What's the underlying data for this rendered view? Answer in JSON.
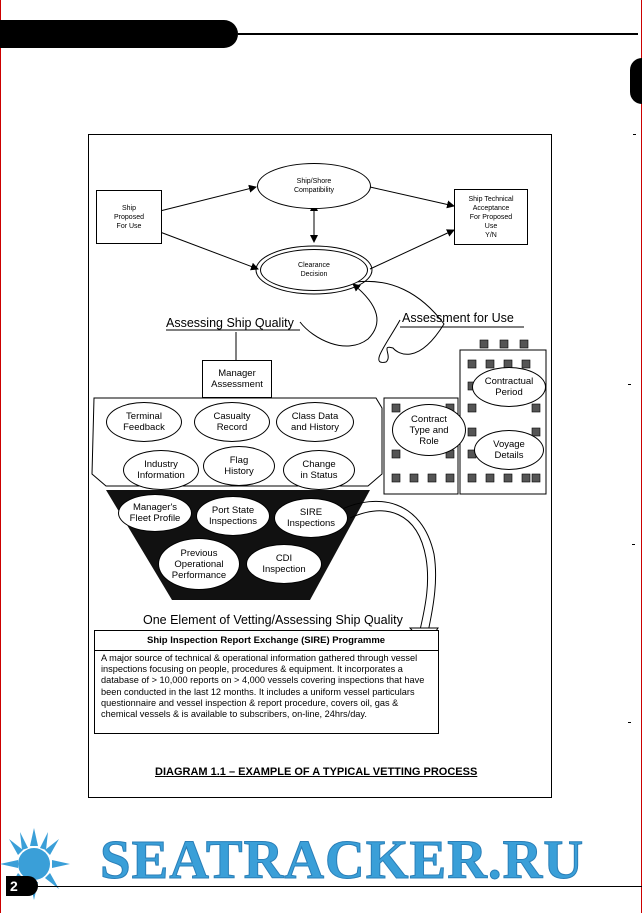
{
  "top_flow": {
    "ship_proposed": "Ship\nProposed\nFor Use",
    "compatibility": "Ship/Shore\nCompatibility",
    "clearance": "Clearance\nDecision",
    "acceptance": "Ship Technical\nAcceptance\nFor Proposed\nUse\nY/N"
  },
  "headings": {
    "assessing_quality": "Assessing Ship Quality",
    "assessment_for_use": "Assessment  for Use",
    "one_element": "One Element of Vetting/Assessing Ship Quality"
  },
  "manager_assessment": "Manager\nAssessment",
  "quality_factors": {
    "terminal_feedback": "Terminal\nFeedback",
    "casualty_record": "Casualty\nRecord",
    "class_data": "Class Data\nand History",
    "industry_information": "Industry\nInformation",
    "flag_history": "Flag\nHistory",
    "change_in_status": "Change\nin Status"
  },
  "funnel_items": {
    "fleet_profile": "Manager's\nFleet Profile",
    "port_state": "Port State\nInspections",
    "sire": "SIRE\nInspections",
    "previous_performance": "Previous\nOperational\nPerformance",
    "cdi": "CDI\nInspection"
  },
  "use_factors": {
    "contractual_period": "Contractual\nPeriod",
    "contract_type": "Contract\nType and\nRole",
    "voyage_details": "Voyage\nDetails"
  },
  "sire_box": {
    "title": "Ship Inspection Report Exchange (SIRE) Programme",
    "text": "A major source of technical & operational information gathered through vessel inspections focusing on people, procedures & equipment. It incorporates a database of > 10,000 reports on > 4,000 vessels covering inspections that have been conducted in the last 12 months. It includes a uniform vessel particulars questionnaire and vessel inspection & report procedure, covers oil, gas & chemical vessels & is available to subscribers, on-line, 24hrs/day."
  },
  "caption": "DIAGRAM 1.1 – EXAMPLE OF A TYPICAL VETTING PROCESS",
  "footer": {
    "watermark": "SEATRACKER.RU",
    "page_number": "2"
  }
}
